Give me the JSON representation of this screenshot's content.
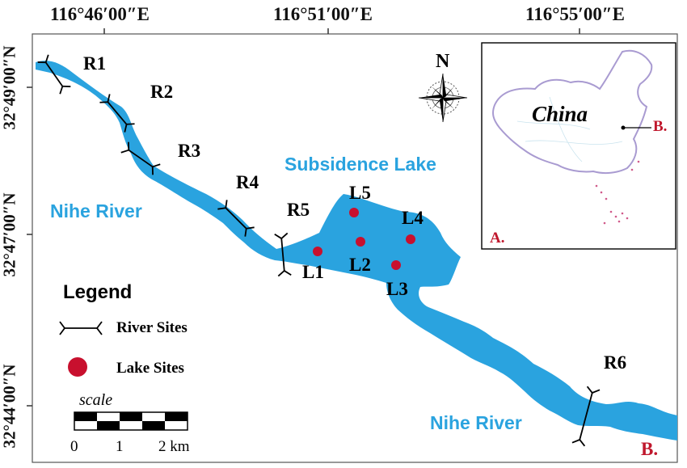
{
  "coordinates": {
    "lon_left": "116°46′00″E",
    "lon_mid": "116°51′00″E",
    "lon_right": "116°55′00″E",
    "lat_top": "32°49′00″N",
    "lat_mid": "32°47′00″N",
    "lat_bottom": "32°44′00″N"
  },
  "compass": {
    "north_label": "N"
  },
  "water_bodies": {
    "lake_name": "Subsidence Lake",
    "river_upper": "Nihe River",
    "river_lower": "Nihe River"
  },
  "river_sites": [
    "R1",
    "R2",
    "R3",
    "R4",
    "R5",
    "R6"
  ],
  "lake_sites": [
    "L1",
    "L2",
    "L3",
    "L4",
    "L5"
  ],
  "legend": {
    "title": "Legend",
    "river_sites_label": "River Sites",
    "lake_sites_label": "Lake Sites"
  },
  "scale_bar": {
    "title": "scale",
    "tick_0": "0",
    "tick_1": "1",
    "tick_2": "2 km"
  },
  "inset": {
    "country_label": "China",
    "location_marker_label": "B.",
    "panel_label": "A."
  },
  "panel_label_main": "B.",
  "colors": {
    "water": "#2aa3df",
    "site_dot": "#c8102e",
    "panel_label": "#c0182d",
    "inset_border": "#a99bd1"
  }
}
